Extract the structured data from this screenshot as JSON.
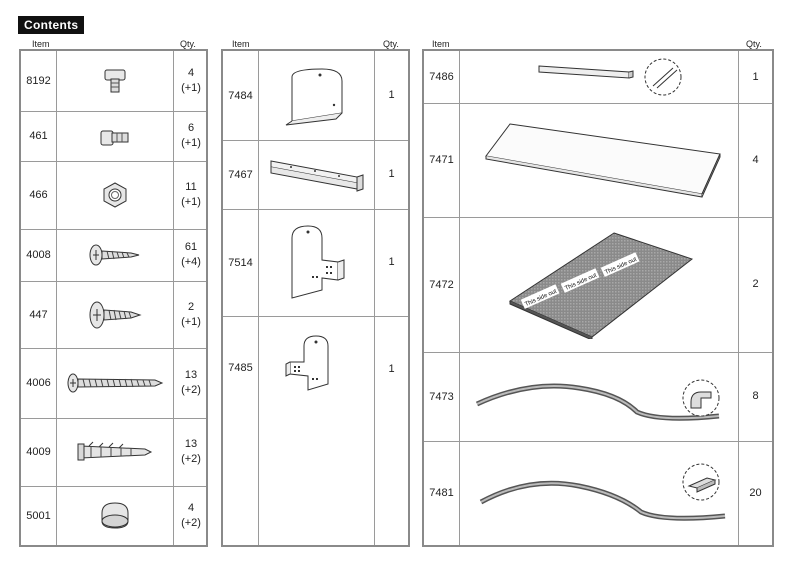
{
  "title": "Contents",
  "headers": {
    "item": "Item",
    "qty": "Qty."
  },
  "columns": [
    {
      "items": [
        {
          "code": "8192",
          "qty": "4",
          "extra": "(+1)",
          "icon": "t-bolt-icon"
        },
        {
          "code": "461",
          "qty": "6",
          "extra": "(+1)",
          "icon": "t-bolt-icon"
        },
        {
          "code": "466",
          "qty": "11",
          "extra": "(+1)",
          "icon": "hex-nut-icon"
        },
        {
          "code": "4008",
          "qty": "61",
          "extra": "(+4)",
          "icon": "short-screw-icon"
        },
        {
          "code": "447",
          "qty": "2",
          "extra": "(+1)",
          "icon": "screw-icon"
        },
        {
          "code": "4006",
          "qty": "13",
          "extra": "(+2)",
          "icon": "long-screw-icon"
        },
        {
          "code": "4009",
          "qty": "13",
          "extra": "(+2)",
          "icon": "wall-plug-icon"
        },
        {
          "code": "5001",
          "qty": "4",
          "extra": "(+2)",
          "icon": "end-cap-icon"
        }
      ]
    },
    {
      "items": [
        {
          "code": "7484",
          "qty": "1",
          "icon": "end-plate-icon"
        },
        {
          "code": "7467",
          "qty": "1",
          "icon": "rail-channel-icon"
        },
        {
          "code": "7514",
          "qty": "1",
          "icon": "wall-bracket-icon"
        },
        {
          "code": "7485",
          "qty": "1",
          "icon": "bracket-small-icon"
        }
      ]
    },
    {
      "items": [
        {
          "code": "7486",
          "qty": "1",
          "icon": "profile-strip-icon"
        },
        {
          "code": "7471",
          "qty": "4",
          "icon": "glass-panel-icon"
        },
        {
          "code": "7472",
          "qty": "2",
          "icon": "polycarbonate-sheet-icon",
          "label": "This side out"
        },
        {
          "code": "7473",
          "qty": "8",
          "icon": "rubber-seal-icon"
        },
        {
          "code": "7481",
          "qty": "20",
          "icon": "glazing-clip-icon"
        }
      ]
    }
  ]
}
